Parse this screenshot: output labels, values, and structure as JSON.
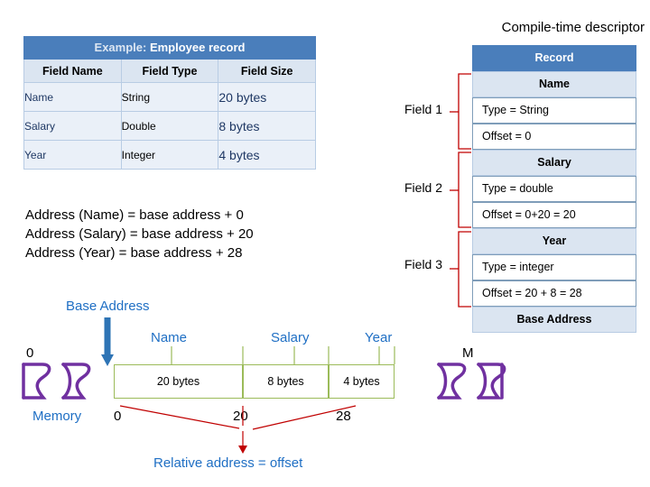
{
  "table": {
    "title_prefix": "Example:",
    "title_main": " Employee record",
    "headers": [
      "Field Name",
      "Field Type",
      "Field Size"
    ],
    "rows": [
      {
        "name": "Name",
        "type": "String",
        "size": "20 bytes"
      },
      {
        "name": "Salary",
        "type": "Double",
        "size": "8 bytes"
      },
      {
        "name": "Year",
        "type": "Integer",
        "size": "4 bytes"
      }
    ]
  },
  "address_lines": [
    "Address (Name) = base address + 0",
    "Address (Salary) = base address + 20",
    "Address (Year) = base address + 28"
  ],
  "descriptor": {
    "title": "Compile-time descriptor",
    "head": "Record",
    "field_labels": [
      "Field 1",
      "Field 2",
      "Field 3"
    ],
    "rows": [
      {
        "text": "Name",
        "style": "sub"
      },
      {
        "text": "Type = String",
        "style": "plain"
      },
      {
        "text": "Offset = 0",
        "style": "plain"
      },
      {
        "text": "Salary",
        "style": "sub"
      },
      {
        "text": "Type  = double",
        "style": "plain"
      },
      {
        "text": "Offset = 0+20 = 20",
        "style": "plain"
      },
      {
        "text": "Year",
        "style": "sub"
      },
      {
        "text": "Type = integer",
        "style": "plain"
      },
      {
        "text": "Offset = 20 + 8 = 28",
        "style": "plain"
      },
      {
        "text": "Base Address",
        "style": "sub"
      }
    ]
  },
  "memory": {
    "base_address_label": "Base Address",
    "memory_label": "Memory",
    "start_marker": "0",
    "end_marker": "M",
    "field_labels": [
      "Name",
      "Salary",
      "Year"
    ],
    "cells": [
      "20 bytes",
      "8 bytes",
      "4 bytes"
    ],
    "offsets": [
      "0",
      "20",
      "28"
    ],
    "caption": "Relative address = offset"
  },
  "colors": {
    "header_blue": "#4a7ebb",
    "light_blue": "#dbe5f1",
    "row_blue": "#eaf0f8",
    "text_blue": "#1f6fc4",
    "cell_green": "#9bbb59",
    "bracket_red": "#c00000",
    "memory_purple": "#7030a0"
  }
}
